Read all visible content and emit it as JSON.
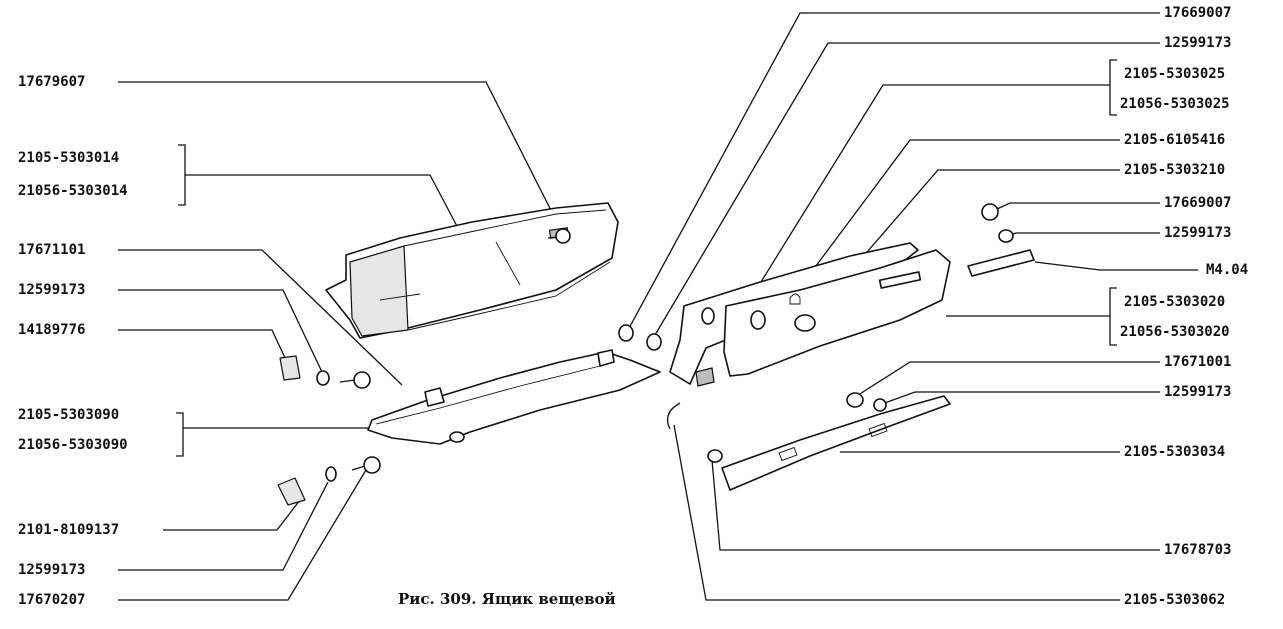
{
  "caption": "Рис. 309. Ящик вещевой",
  "labels": {
    "l_17679607": "17679607",
    "l_2105_5303014": "2105-5303014",
    "l_21056_5303014": "21056-5303014",
    "l_17671101_left": "17671101",
    "l_12599173_left1": "12599173",
    "l_14189776": "14189776",
    "l_2105_5303090": "2105-5303090",
    "l_21056_5303090": "21056-5303090",
    "l_2101_8109137": "2101-8109137",
    "l_12599173_left2": "12599173",
    "l_17670207": "17670207",
    "r_17669007_top": "17669007",
    "r_12599173_top": "12599173",
    "r_2105_5303025": "2105-5303025",
    "r_21056_5303025": "21056-5303025",
    "r_2105_6105416": "2105-6105416",
    "r_2105_5303210": "2105-5303210",
    "r_17669007_mid": "17669007",
    "r_12599173_mid": "12599173",
    "r_m404": "M4.04",
    "r_2105_5303020": "2105-5303020",
    "r_21056_5303020": "21056-5303020",
    "r_17671001": "17671001",
    "r_12599173_low": "12599173",
    "r_2105_5303034": "2105-5303034",
    "r_17678703": "17678703",
    "r_2105_5303062": "2105-5303062"
  }
}
